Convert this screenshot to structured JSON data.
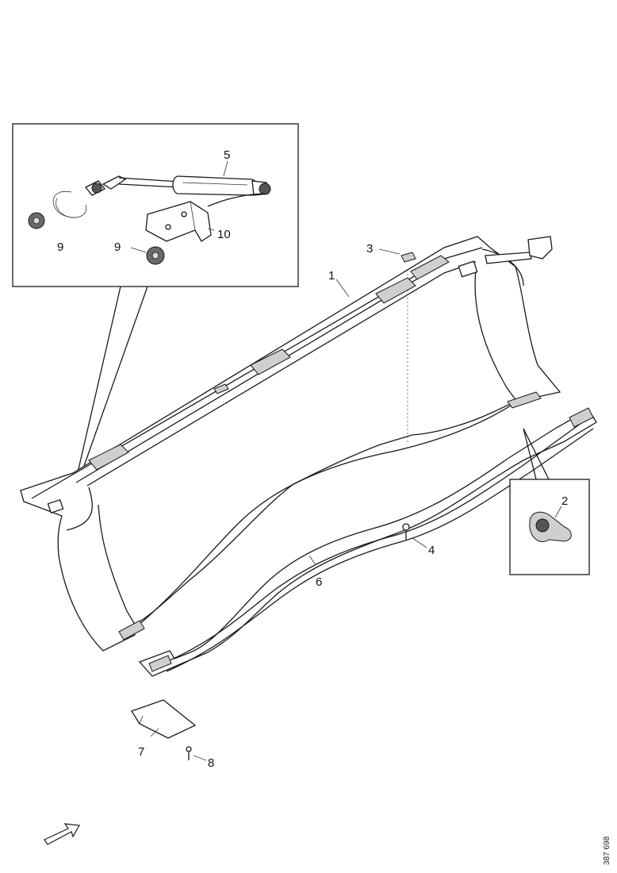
{
  "labels": {
    "1": "1",
    "2": "2",
    "3": "3",
    "4": "4",
    "5": "5",
    "6": "6",
    "7": "7",
    "8": "8",
    "9a": "9",
    "9b": "9",
    "10": "10"
  },
  "drawing_ref": "387 698"
}
